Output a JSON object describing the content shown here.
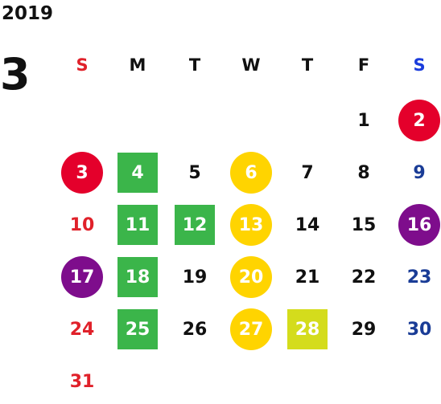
{
  "year": "2019",
  "month": "3",
  "colors": {
    "red_text": "#e0212a",
    "blue_text": "#1a3c96",
    "sat_header": "#1a3cdc",
    "red_circle": "#e4002b",
    "purple_circle": "#7e0d8c",
    "green_square": "#3bb54a",
    "yellow_circle": "#ffd400",
    "lime_square": "#d4dc1c"
  },
  "weekdays": [
    {
      "label": "S",
      "color": "#e0212a"
    },
    {
      "label": "M",
      "color": "#111111"
    },
    {
      "label": "T",
      "color": "#111111"
    },
    {
      "label": "W",
      "color": "#111111"
    },
    {
      "label": "T",
      "color": "#111111"
    },
    {
      "label": "F",
      "color": "#111111"
    },
    {
      "label": "S",
      "color": "#1a3cdc"
    }
  ],
  "days": [
    {
      "day": "1",
      "week": 0,
      "col": 5,
      "style": "plain",
      "color": "#111111"
    },
    {
      "day": "2",
      "week": 0,
      "col": 6,
      "style": "circle",
      "color": "#e4002b"
    },
    {
      "day": "3",
      "week": 1,
      "col": 0,
      "style": "circle",
      "color": "#e4002b"
    },
    {
      "day": "4",
      "week": 1,
      "col": 1,
      "style": "square",
      "color": "#3bb54a"
    },
    {
      "day": "5",
      "week": 1,
      "col": 2,
      "style": "plain",
      "color": "#111111"
    },
    {
      "day": "6",
      "week": 1,
      "col": 3,
      "style": "circle",
      "color": "#ffd400"
    },
    {
      "day": "7",
      "week": 1,
      "col": 4,
      "style": "plain",
      "color": "#111111"
    },
    {
      "day": "8",
      "week": 1,
      "col": 5,
      "style": "plain",
      "color": "#111111"
    },
    {
      "day": "9",
      "week": 1,
      "col": 6,
      "style": "plain",
      "color": "#1a3c96"
    },
    {
      "day": "10",
      "week": 2,
      "col": 0,
      "style": "plain",
      "color": "#e0212a"
    },
    {
      "day": "11",
      "week": 2,
      "col": 1,
      "style": "square",
      "color": "#3bb54a"
    },
    {
      "day": "12",
      "week": 2,
      "col": 2,
      "style": "square",
      "color": "#3bb54a"
    },
    {
      "day": "13",
      "week": 2,
      "col": 3,
      "style": "circle",
      "color": "#ffd400"
    },
    {
      "day": "14",
      "week": 2,
      "col": 4,
      "style": "plain",
      "color": "#111111"
    },
    {
      "day": "15",
      "week": 2,
      "col": 5,
      "style": "plain",
      "color": "#111111"
    },
    {
      "day": "16",
      "week": 2,
      "col": 6,
      "style": "circle",
      "color": "#7e0d8c"
    },
    {
      "day": "17",
      "week": 3,
      "col": 0,
      "style": "circle",
      "color": "#7e0d8c"
    },
    {
      "day": "18",
      "week": 3,
      "col": 1,
      "style": "square",
      "color": "#3bb54a"
    },
    {
      "day": "19",
      "week": 3,
      "col": 2,
      "style": "plain",
      "color": "#111111"
    },
    {
      "day": "20",
      "week": 3,
      "col": 3,
      "style": "circle",
      "color": "#ffd400"
    },
    {
      "day": "21",
      "week": 3,
      "col": 4,
      "style": "plain",
      "color": "#111111"
    },
    {
      "day": "22",
      "week": 3,
      "col": 5,
      "style": "plain",
      "color": "#111111"
    },
    {
      "day": "23",
      "week": 3,
      "col": 6,
      "style": "plain",
      "color": "#1a3c96"
    },
    {
      "day": "24",
      "week": 4,
      "col": 0,
      "style": "plain",
      "color": "#e0212a"
    },
    {
      "day": "25",
      "week": 4,
      "col": 1,
      "style": "square",
      "color": "#3bb54a"
    },
    {
      "day": "26",
      "week": 4,
      "col": 2,
      "style": "plain",
      "color": "#111111"
    },
    {
      "day": "27",
      "week": 4,
      "col": 3,
      "style": "circle",
      "color": "#ffd400"
    },
    {
      "day": "28",
      "week": 4,
      "col": 4,
      "style": "square",
      "color": "#d4dc1c"
    },
    {
      "day": "29",
      "week": 4,
      "col": 5,
      "style": "plain",
      "color": "#111111"
    },
    {
      "day": "30",
      "week": 4,
      "col": 6,
      "style": "plain",
      "color": "#1a3c96"
    },
    {
      "day": "31",
      "week": 5,
      "col": 0,
      "style": "plain",
      "color": "#e0212a"
    }
  ]
}
